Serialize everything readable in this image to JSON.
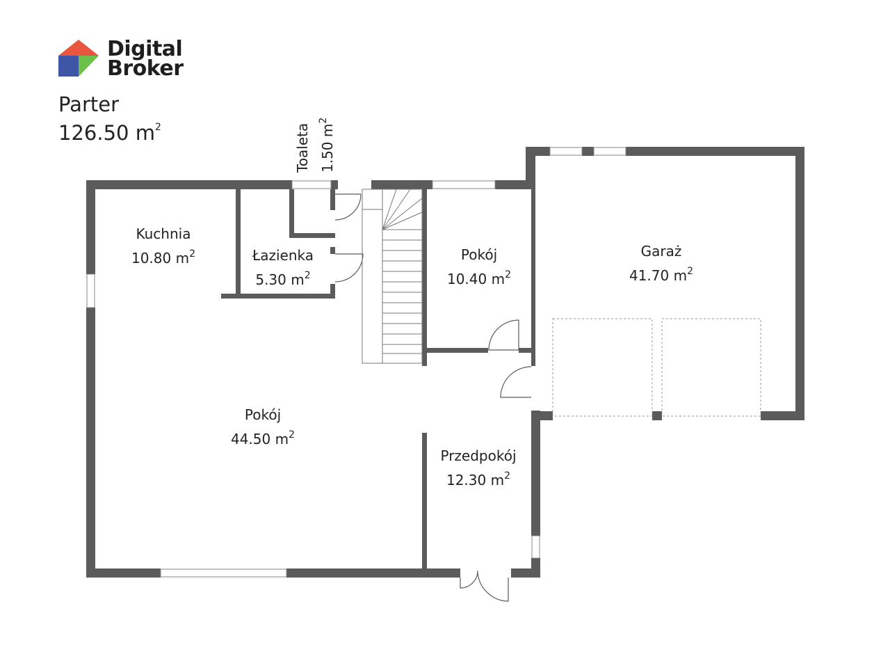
{
  "brand": {
    "line1": "Digital",
    "line2": "Broker",
    "logo_colors": {
      "roof": "#e8563f",
      "left": "#3f56a6",
      "right": "#6cc04a"
    }
  },
  "floor": {
    "name": "Parter",
    "area_value": "126.50 m",
    "area_sup": "2"
  },
  "rooms": {
    "kuchnia": {
      "name": "Kuchnia",
      "area": "10.80 m",
      "sup": "2"
    },
    "lazienka": {
      "name": "Łazienka",
      "area": "5.30 m",
      "sup": "2"
    },
    "toaleta": {
      "name": "Toaleta",
      "area": "1.50 m",
      "sup": "2"
    },
    "pokoj_small": {
      "name": "Pokój",
      "area": "10.40 m",
      "sup": "2"
    },
    "garaz": {
      "name": "Garaż",
      "area": "41.70 m",
      "sup": "2"
    },
    "pokoj_main": {
      "name": "Pokój",
      "area": "44.50 m",
      "sup": "2"
    },
    "przedpokoj": {
      "name": "Przedpokój",
      "area": "12.30 m",
      "sup": "2"
    }
  },
  "colors": {
    "wall": "#5b5b5b",
    "text": "#222222"
  }
}
